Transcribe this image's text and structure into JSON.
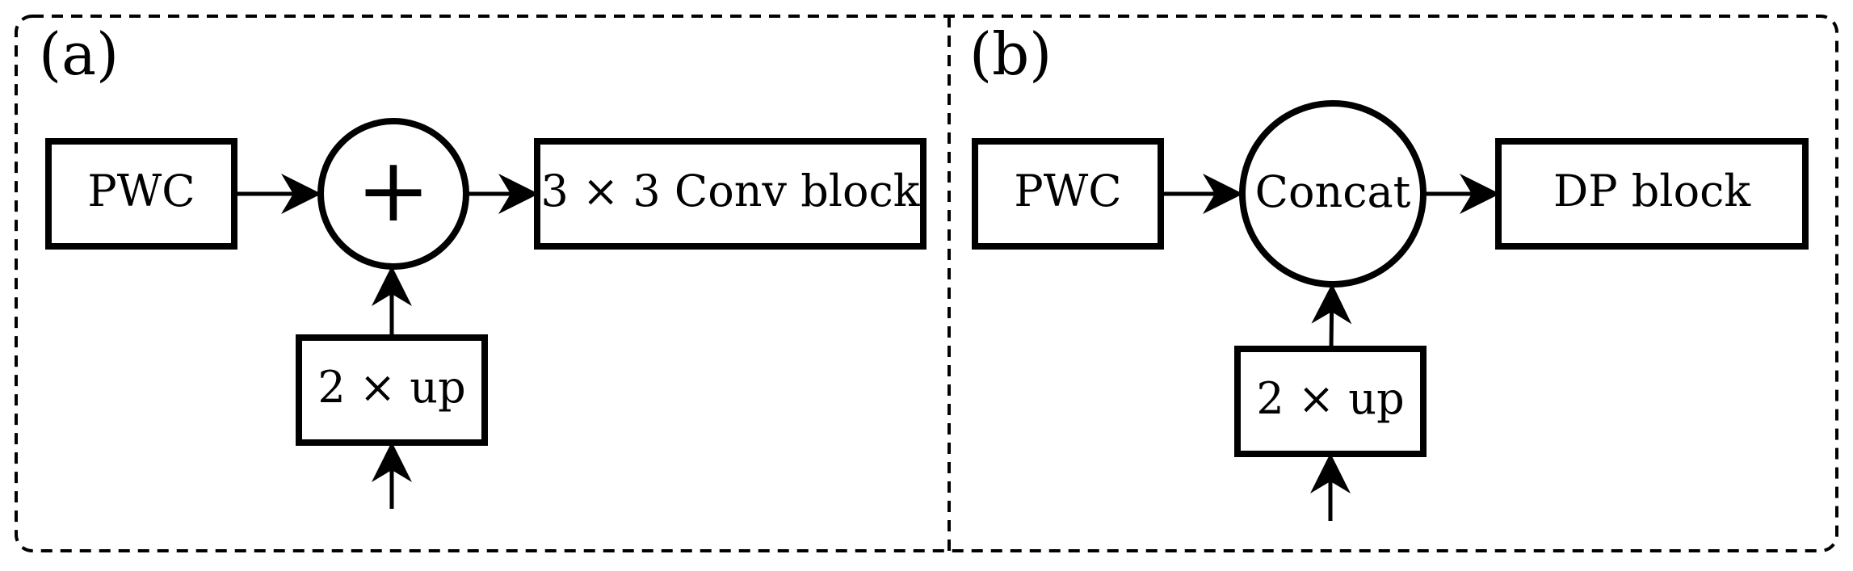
{
  "panel_a": {
    "label": "(a)",
    "pwc": "PWC",
    "operator": "+",
    "output_block": "3 × 3 Conv block",
    "upsample": "2 × up"
  },
  "panel_b": {
    "label": "(b)",
    "pwc": "PWC",
    "operator": "Concat",
    "output_block": "DP block",
    "upsample": "2 × up"
  }
}
